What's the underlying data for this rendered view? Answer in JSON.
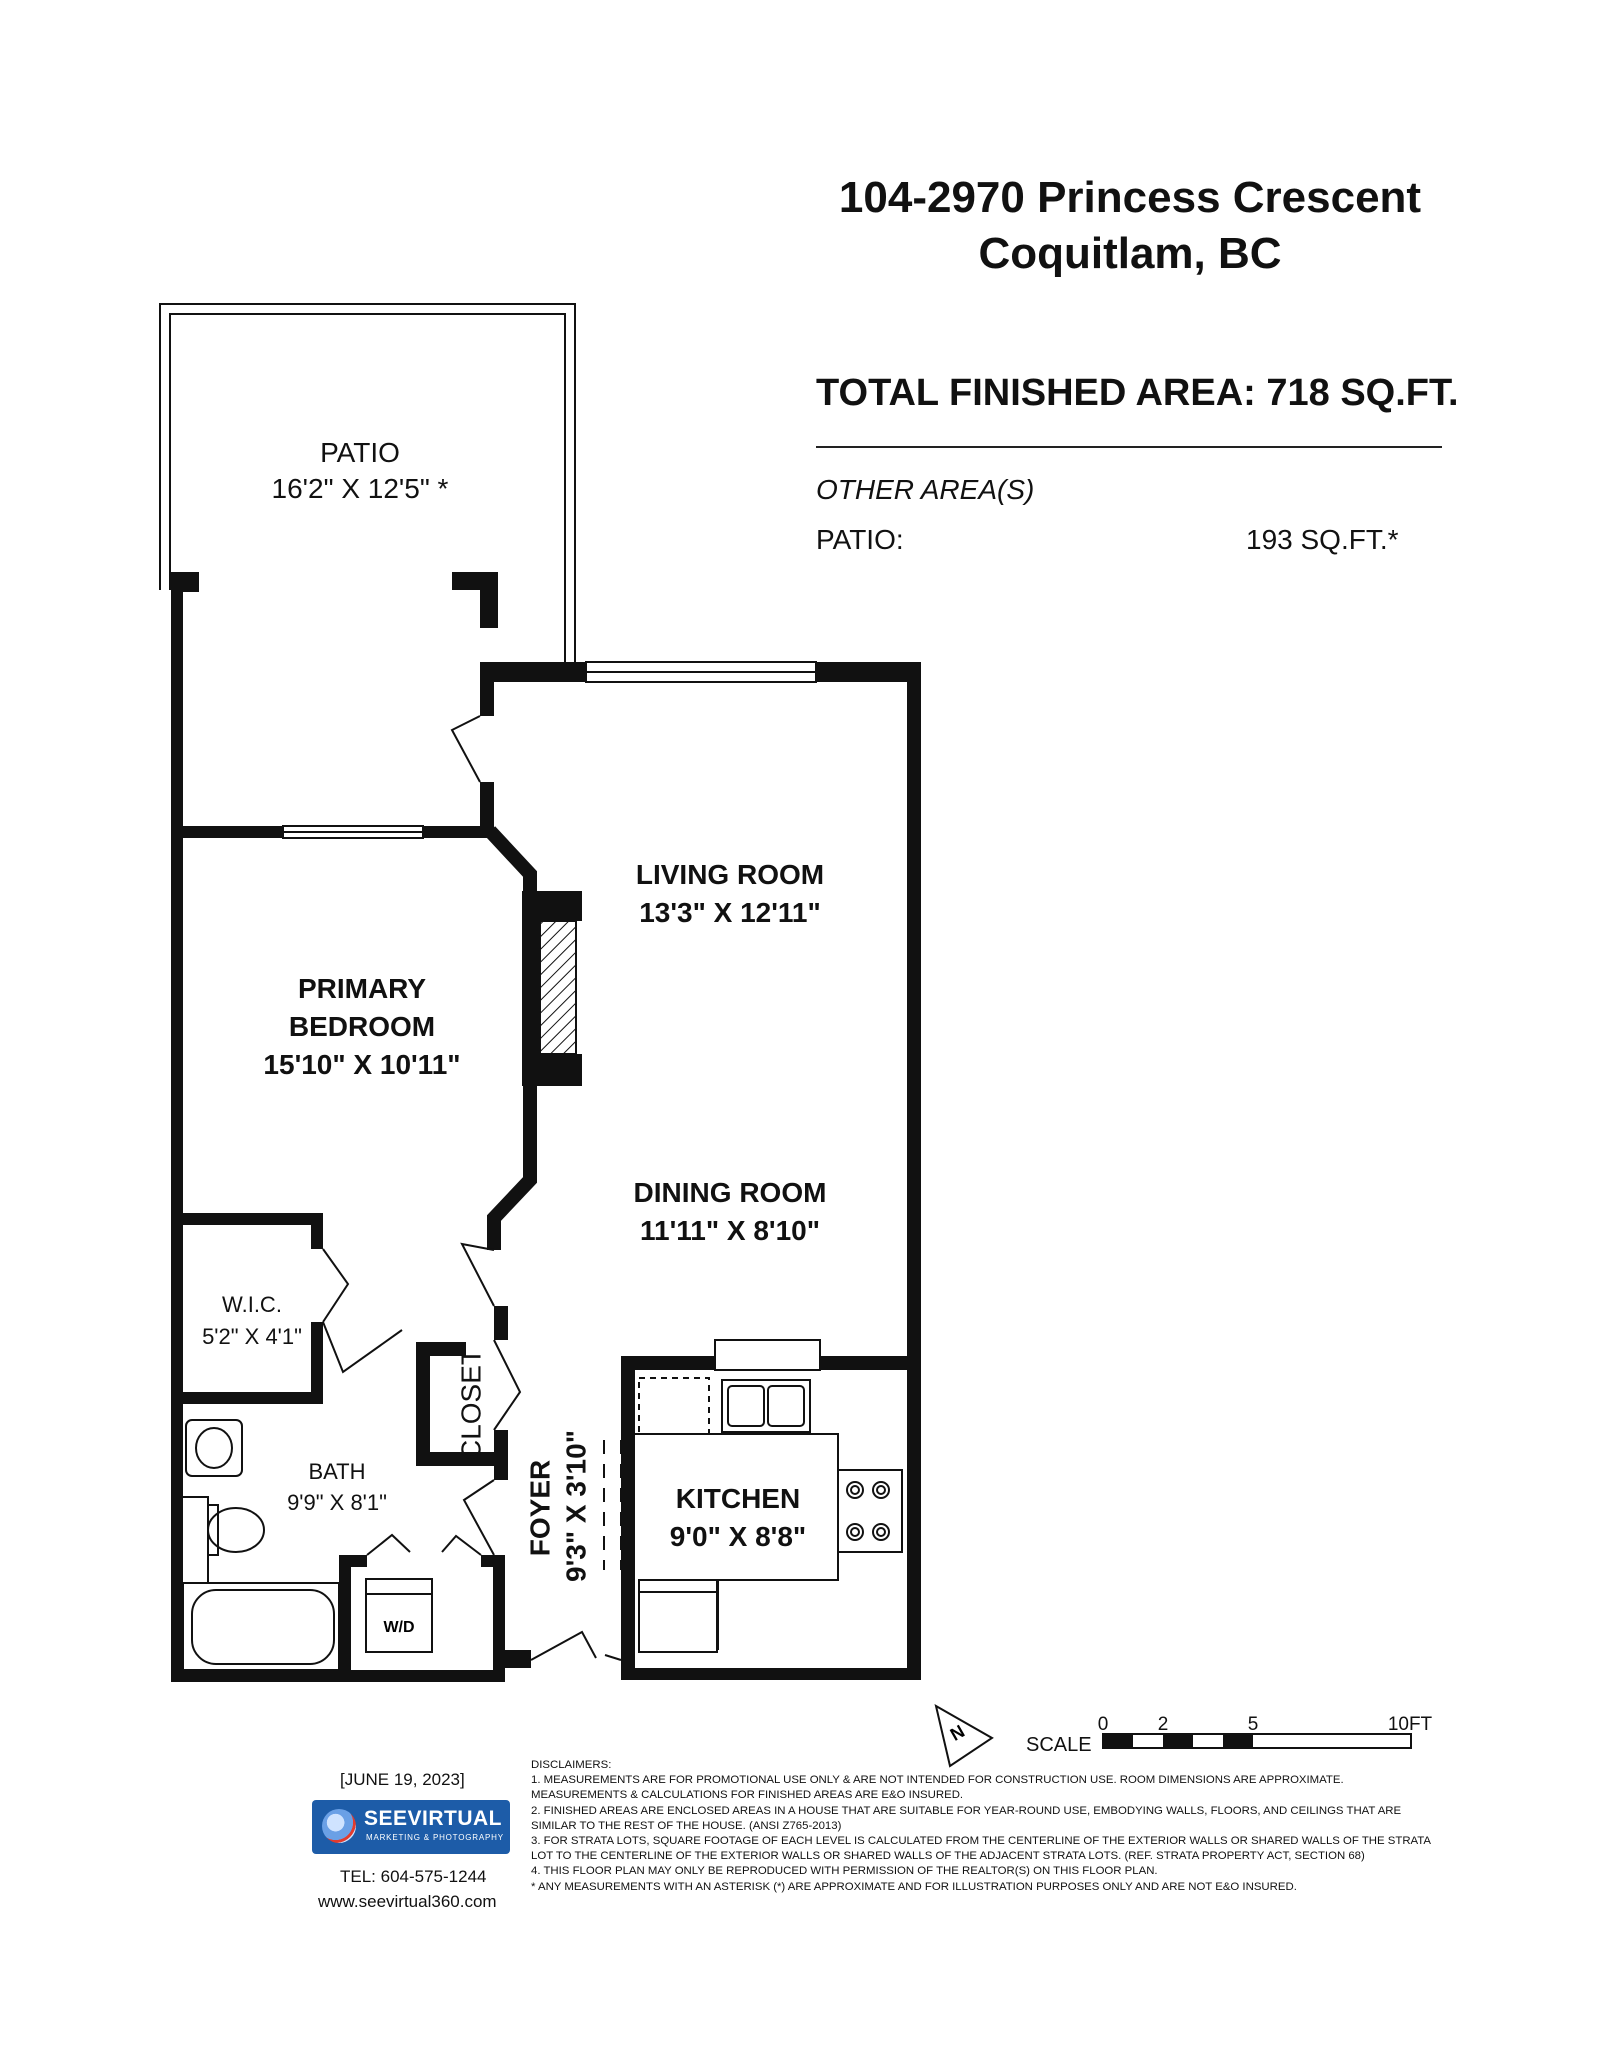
{
  "header": {
    "address_line1": "104-2970 Princess Crescent",
    "address_line2": "Coquitlam, BC",
    "total_finished_area": "TOTAL FINISHED AREA:  718 SQ.FT.",
    "other_areas_label": "OTHER AREA(S)",
    "patio_label": "PATIO:",
    "patio_value": "193  SQ.FT.*"
  },
  "rooms": {
    "patio": {
      "name": "PATIO",
      "dims": "16'2\" X 12'5\" *"
    },
    "living": {
      "name": "LIVING ROOM",
      "dims": "13'3\" X 12'11\""
    },
    "bedroom": {
      "name_line1": "PRIMARY",
      "name_line2": "BEDROOM",
      "dims": "15'10\" X 10'11\""
    },
    "dining": {
      "name": "DINING ROOM",
      "dims": "11'11\" X 8'10\""
    },
    "wic": {
      "name": "W.I.C.",
      "dims": "5'2\" X 4'1\""
    },
    "closet": {
      "name": "CLOSET"
    },
    "bath": {
      "name": "BATH",
      "dims": "9'9\" X 8'1\""
    },
    "wd": {
      "name": "W/D"
    },
    "foyer": {
      "name": "FOYER",
      "dims": "9'3\" X 3'10\""
    },
    "kitchen": {
      "name": "KITCHEN",
      "dims": "9'0\" X 8'8\""
    }
  },
  "compass": {
    "letter": "N"
  },
  "scale": {
    "label": "SCALE",
    "ticks": [
      "0",
      "2",
      "5",
      "10FT"
    ]
  },
  "footer": {
    "date": "[JUNE 19, 2023]",
    "logo_name": "SEEVIRTUAL",
    "logo_tagline": "MARKETING & PHOTOGRAPHY",
    "tel": "TEL: 604-575-1244",
    "website": "www.seevirtual360.com",
    "disclaimer_lines": [
      "DISCLAIMERS:",
      "1. MEASUREMENTS ARE FOR PROMOTIONAL USE ONLY & ARE NOT INTENDED FOR CONSTRUCTION USE. ROOM DIMENSIONS ARE APPROXIMATE.",
      "MEASUREMENTS & CALCULATIONS FOR FINISHED AREAS ARE E&O INSURED.",
      "2. FINISHED AREAS ARE ENCLOSED AREAS IN A HOUSE THAT ARE SUITABLE FOR YEAR-ROUND USE, EMBODYING WALLS, FLOORS, AND CEILINGS THAT ARE",
      "SIMILAR TO THE REST OF THE HOUSE. (ANSI Z765-2013)",
      "3. FOR STRATA LOTS, SQUARE FOOTAGE OF EACH LEVEL IS CALCULATED FROM THE CENTERLINE OF THE EXTERIOR WALLS OR SHARED WALLS OF THE STRATA",
      "LOT TO THE CENTERLINE OF THE EXTERIOR WALLS OR SHARED WALLS OF THE ADJACENT STRATA LOTS. (REF. STRATA PROPERTY ACT, SECTION 68)",
      "4. THIS FLOOR PLAN MAY ONLY BE REPRODUCED WITH PERMISSION OF THE REALTOR(S) ON THIS FLOOR PLAN.",
      "* ANY MEASUREMENTS WITH AN ASTERISK (*) ARE APPROXIMATE AND FOR ILLUSTRATION PURPOSES ONLY AND ARE NOT E&O INSURED."
    ]
  }
}
